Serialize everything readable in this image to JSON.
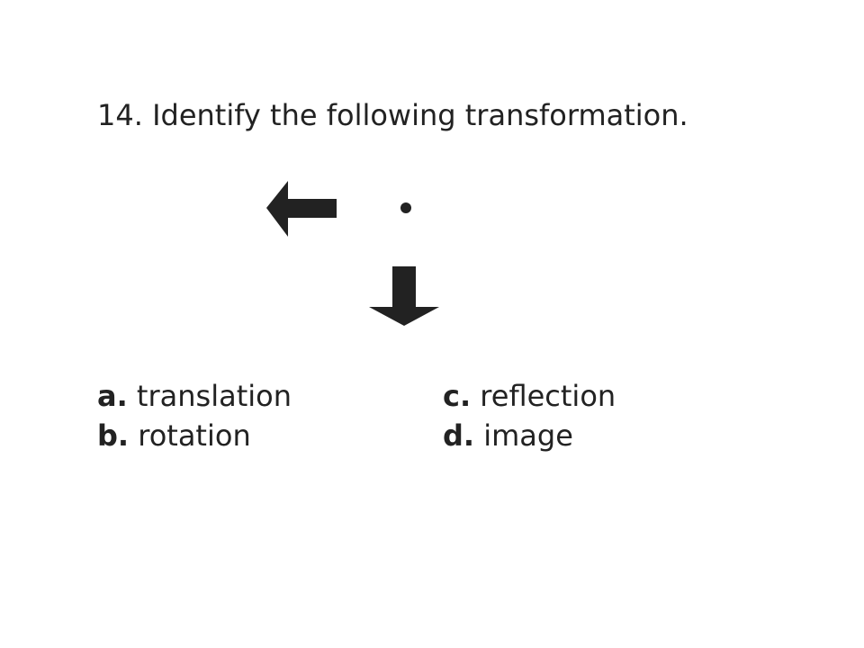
{
  "question": {
    "text": "14. Identify the following transformation."
  },
  "figure": {
    "icons": [
      "arrow-left-icon",
      "dot-icon",
      "arrow-down-icon"
    ],
    "color": "#222222"
  },
  "choices": [
    {
      "letter": "a.",
      "text": " translation"
    },
    {
      "letter": "b.",
      "text": " rotation"
    },
    {
      "letter": "c.",
      "text": " reflection"
    },
    {
      "letter": "d.",
      "text": " image"
    }
  ]
}
